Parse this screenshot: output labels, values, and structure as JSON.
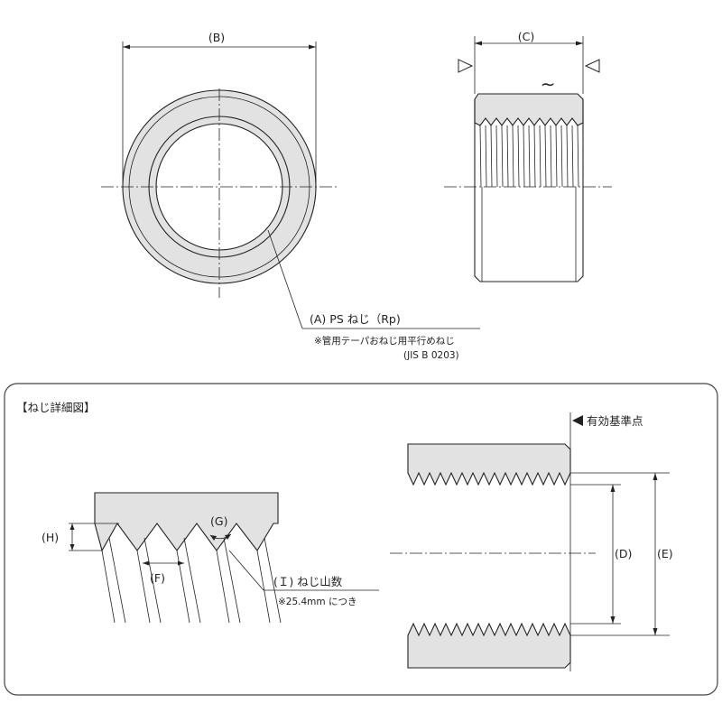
{
  "front_view": {
    "dim_b": "(B)",
    "callout_a_title": "(A) PS ねじ（Rp)",
    "callout_a_note": "※管用テーパおねじ用平行めねじ",
    "callout_a_std": "(JIS B 0203)"
  },
  "side_view": {
    "dim_c": "(C)",
    "surface_mark": "∼"
  },
  "detail": {
    "title": "【ねじ詳細図】",
    "dim_h": "(H)",
    "dim_g": "(G)",
    "dim_f": "(F)",
    "callout_i_title": "(Ｉ) ねじ山数",
    "callout_i_note": "※25.4mm につき"
  },
  "section": {
    "datum_label": "有効基準点",
    "dim_d": "(D)",
    "dim_e": "(E)"
  },
  "colors": {
    "fill_gray": "#e2e2e2",
    "line": "#222222",
    "frame": "#444444"
  }
}
